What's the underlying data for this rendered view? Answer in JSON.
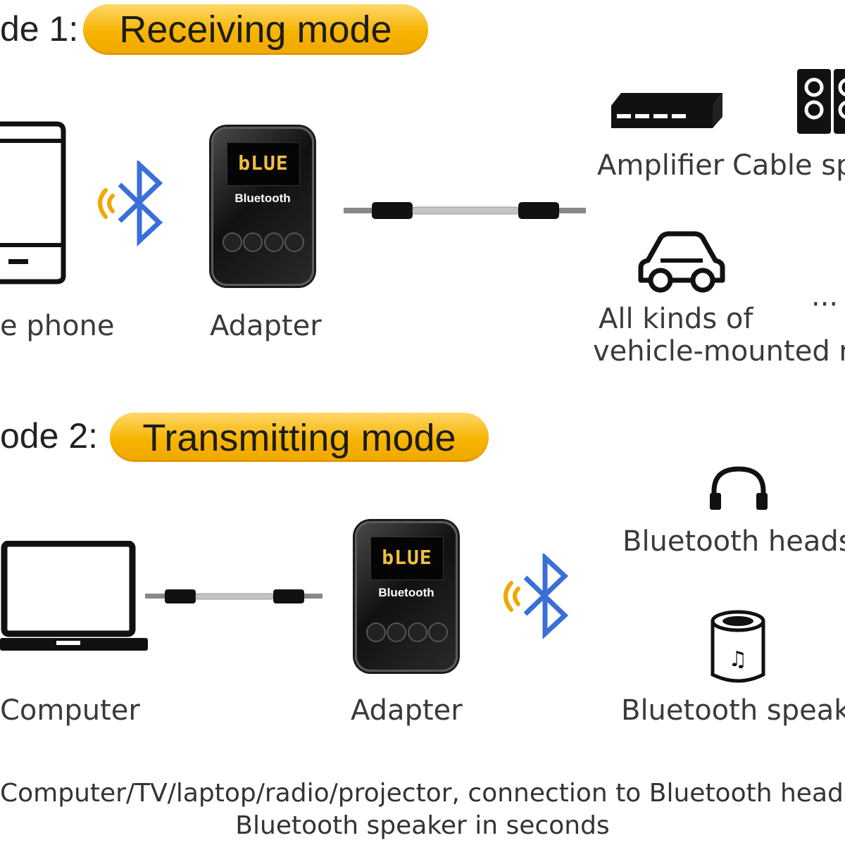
{
  "mode1": {
    "prefix": "de 1:",
    "title": "Receiving mode"
  },
  "mode2": {
    "prefix": "ode 2:",
    "title": "Transmitting mode"
  },
  "receiving": {
    "phone_label": "e phone",
    "adapter_label": "Adapter",
    "amplifier_label": "Amplifier",
    "cable_speaker_label": "Cable sp",
    "vehicle_label_line1": "All kinds of",
    "vehicle_label_line2": "vehicle-mounted r",
    "more": "..."
  },
  "transmitting": {
    "computer_label": "Computer",
    "adapter_label": "Adapter",
    "headset_label": "Bluetooth headse",
    "speaker_label": "Bluetooth speake"
  },
  "adapter_device": {
    "screen_text": "bLUE",
    "brand_text": "Bluetooth"
  },
  "footer": {
    "line1": "Computer/TV/laptop/radio/projector, connection to Bluetooth headse",
    "line2": "Bluetooth speaker in seconds"
  },
  "colors": {
    "pill": "#f6b400",
    "bluetooth": "#3a6fd8",
    "signal": "#f0a800"
  }
}
